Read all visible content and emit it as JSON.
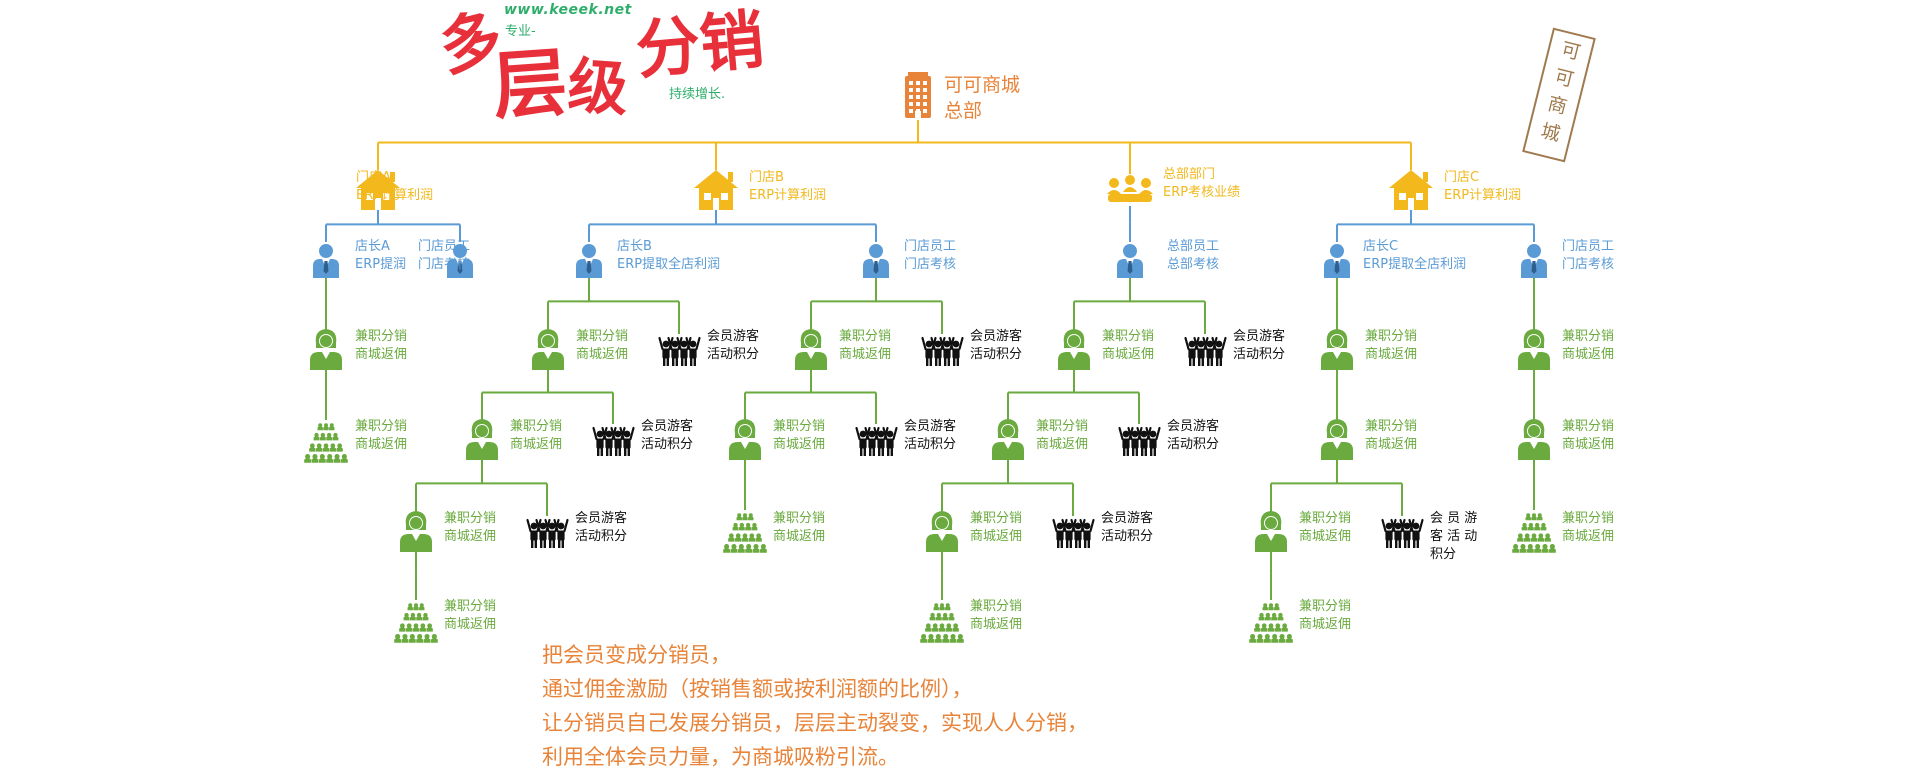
{
  "title": {
    "chars": [
      "多",
      "层",
      "级",
      "分销"
    ],
    "url": "www.keeek.net",
    "tag_professional": "专业-",
    "tag_growth": "持续增长."
  },
  "stamp": {
    "text": "可可商城"
  },
  "hq": {
    "line1": "可可商城",
    "line2": "总部",
    "icon": "building-icon"
  },
  "footer": {
    "lines": [
      "把会员变成分销员，",
      "通过佣金激励（按销售额或按利润额的比例），",
      "让分销员自己发展分销员，层层主动裂变，实现人人分销，",
      "利用全体会员力量，为商城吸粉引流。"
    ]
  },
  "colors": {
    "line_store": "#f2b81c",
    "line_staff": "#5b9bd5",
    "line_dist": "#6aaa3e",
    "store_icon": "#f2b81c",
    "staff_icon": "#5b9bd5",
    "dist_icon": "#6aaa3e",
    "member_icon": "#111111",
    "building": "#e8843a",
    "title": "#e8303a"
  },
  "diagram": {
    "nodes": [
      {
        "id": "storeA",
        "kind": "store-icon",
        "lines": [
          "门店A",
          "ERP计算利润"
        ]
      },
      {
        "id": "storeB",
        "kind": "store-icon",
        "lines": [
          "门店B",
          "ERP计算利润"
        ]
      },
      {
        "id": "hqdept",
        "kind": "meeting-icon",
        "lines": [
          "总部部门",
          "ERP考核业绩"
        ]
      },
      {
        "id": "storeC",
        "kind": "store-icon",
        "lines": [
          "门店C",
          "ERP计算利润"
        ]
      },
      {
        "id": "mgrA",
        "kind": "staff-icon",
        "lines": [
          "店长A",
          "ERP提润"
        ]
      },
      {
        "id": "staffA",
        "kind": "staff-icon",
        "lines": [
          "门店员工",
          "门店考核"
        ]
      },
      {
        "id": "mgrB",
        "kind": "staff-icon",
        "lines": [
          "店长B",
          "ERP提取全店利润"
        ]
      },
      {
        "id": "staffB",
        "kind": "staff-icon",
        "lines": [
          "门店员工",
          "门店考核"
        ]
      },
      {
        "id": "hqstaff",
        "kind": "staff-icon",
        "lines": [
          "总部员工",
          "总部考核"
        ]
      },
      {
        "id": "mgrC",
        "kind": "staff-icon",
        "lines": [
          "店长C",
          "ERP提取全店利润"
        ]
      },
      {
        "id": "staffC",
        "kind": "staff-icon",
        "lines": [
          "门店员工",
          "门店考核"
        ]
      },
      {
        "id": "dA1",
        "kind": "distributor-icon",
        "lines": [
          "兼职分销",
          "商城返佣"
        ]
      },
      {
        "id": "dA2",
        "kind": "crowd-icon",
        "lines": [
          "兼职分销",
          "商城返佣"
        ]
      },
      {
        "id": "dB1",
        "kind": "distributor-icon",
        "lines": [
          "兼职分销",
          "商城返佣"
        ]
      },
      {
        "id": "mB1",
        "kind": "members-icon",
        "lines": [
          "会员游客",
          "活动积分"
        ]
      },
      {
        "id": "dB2",
        "kind": "distributor-icon",
        "lines": [
          "兼职分销",
          "商城返佣"
        ]
      },
      {
        "id": "mB2",
        "kind": "members-icon",
        "lines": [
          "会员游客",
          "活动积分"
        ]
      },
      {
        "id": "dB3",
        "kind": "distributor-icon",
        "lines": [
          "兼职分销",
          "商城返佣"
        ]
      },
      {
        "id": "mB3",
        "kind": "members-icon",
        "lines": [
          "会员游客",
          "活动积分"
        ]
      },
      {
        "id": "dB4",
        "kind": "crowd-icon",
        "lines": [
          "兼职分销",
          "商城返佣"
        ]
      },
      {
        "id": "dS1",
        "kind": "distributor-icon",
        "lines": [
          "兼职分销",
          "商城返佣"
        ]
      },
      {
        "id": "mS1",
        "kind": "members-icon",
        "lines": [
          "会员游客",
          "活动积分"
        ]
      },
      {
        "id": "dS2",
        "kind": "distributor-icon",
        "lines": [
          "兼职分销",
          "商城返佣"
        ]
      },
      {
        "id": "mS2",
        "kind": "members-icon",
        "lines": [
          "会员游客",
          "活动积分"
        ]
      },
      {
        "id": "dS3",
        "kind": "crowd-icon",
        "lines": [
          "兼职分销",
          "商城返佣"
        ]
      },
      {
        "id": "dH1",
        "kind": "distributor-icon",
        "lines": [
          "兼职分销",
          "商城返佣"
        ]
      },
      {
        "id": "mH1",
        "kind": "members-icon",
        "lines": [
          "会员游客",
          "活动积分"
        ]
      },
      {
        "id": "dH2",
        "kind": "distributor-icon",
        "lines": [
          "兼职分销",
          "商城返佣"
        ]
      },
      {
        "id": "mH2",
        "kind": "members-icon",
        "lines": [
          "会员游客",
          "活动积分"
        ]
      },
      {
        "id": "dH3",
        "kind": "distributor-icon",
        "lines": [
          "兼职分销",
          "商城返佣"
        ]
      },
      {
        "id": "mH3",
        "kind": "members-icon",
        "lines": [
          "会员游客",
          "活动积分"
        ]
      },
      {
        "id": "dH4",
        "kind": "crowd-icon",
        "lines": [
          "兼职分销",
          "商城返佣"
        ]
      },
      {
        "id": "dC1",
        "kind": "distributor-icon",
        "lines": [
          "兼职分销",
          "商城返佣"
        ]
      },
      {
        "id": "dC2",
        "kind": "distributor-icon",
        "lines": [
          "兼职分销",
          "商城返佣"
        ]
      },
      {
        "id": "dC3",
        "kind": "distributor-icon",
        "lines": [
          "兼职分销",
          "商城返佣"
        ]
      },
      {
        "id": "mC3",
        "kind": "members-icon",
        "lines": [
          "会 员 游",
          "客 活 动",
          "积分"
        ]
      },
      {
        "id": "dC4",
        "kind": "crowd-icon",
        "lines": [
          "兼职分销",
          "商城返佣"
        ]
      },
      {
        "id": "dSC1",
        "kind": "distributor-icon",
        "lines": [
          "兼职分销",
          "商城返佣"
        ]
      },
      {
        "id": "dSC2",
        "kind": "distributor-icon",
        "lines": [
          "兼职分销",
          "商城返佣"
        ]
      },
      {
        "id": "dSC3",
        "kind": "crowd-icon",
        "lines": [
          "兼职分销",
          "商城返佣"
        ]
      }
    ],
    "links": [
      [
        "hq",
        "storeA"
      ],
      [
        "hq",
        "storeB"
      ],
      [
        "hq",
        "hqdept"
      ],
      [
        "hq",
        "storeC"
      ],
      [
        "storeA",
        "mgrA"
      ],
      [
        "storeA",
        "staffA"
      ],
      [
        "storeB",
        "mgrB"
      ],
      [
        "storeB",
        "staffB"
      ],
      [
        "hqdept",
        "hqstaff"
      ],
      [
        "storeC",
        "mgrC"
      ],
      [
        "storeC",
        "staffC"
      ],
      [
        "mgrA",
        "dA1"
      ],
      [
        "dA1",
        "dA2"
      ],
      [
        "mgrB",
        "dB1"
      ],
      [
        "mgrB",
        "mB1"
      ],
      [
        "dB1",
        "dB2"
      ],
      [
        "dB1",
        "mB2"
      ],
      [
        "dB2",
        "dB3"
      ],
      [
        "dB2",
        "mB3"
      ],
      [
        "dB3",
        "dB4"
      ],
      [
        "staffB",
        "dS1"
      ],
      [
        "staffB",
        "mS1"
      ],
      [
        "dS1",
        "dS2"
      ],
      [
        "dS1",
        "mS2"
      ],
      [
        "dS2",
        "dS3"
      ],
      [
        "hqstaff",
        "dH1"
      ],
      [
        "hqstaff",
        "mH1"
      ],
      [
        "dH1",
        "dH2"
      ],
      [
        "dH1",
        "mH2"
      ],
      [
        "dH2",
        "dH3"
      ],
      [
        "dH2",
        "mH3"
      ],
      [
        "dH3",
        "dH4"
      ],
      [
        "mgrC",
        "dC1"
      ],
      [
        "dC1",
        "dC2"
      ],
      [
        "dC2",
        "dC3"
      ],
      [
        "dC2",
        "mC3"
      ],
      [
        "dC3",
        "dC4"
      ],
      [
        "staffC",
        "dSC1"
      ],
      [
        "dSC1",
        "dSC2"
      ],
      [
        "dSC2",
        "dSC3"
      ]
    ]
  }
}
